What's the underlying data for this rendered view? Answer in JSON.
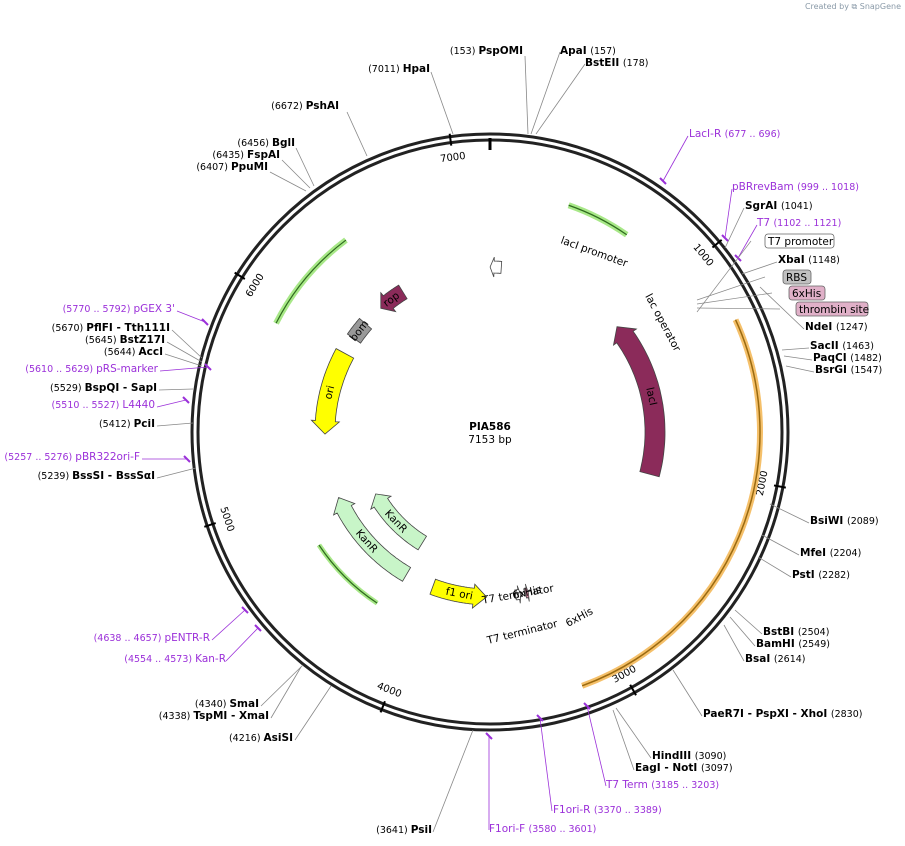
{
  "credit": "Created by ⧉ SnapGene",
  "plasmid": {
    "name": "PIA586",
    "size": "7153 bp",
    "length": 7153
  },
  "ticks": [
    "1000",
    "2000",
    "3000",
    "4000",
    "5000",
    "6000",
    "7000"
  ],
  "features": [
    {
      "name": "lacI",
      "label": "lacI",
      "color": "#8b2b5a",
      "start": 1000,
      "end": 2082,
      "dir": -1,
      "ring": 165,
      "width": 20
    },
    {
      "name": "lacI promoter",
      "label": "lacI promoter",
      "color": "#ffffff",
      "start": 1,
      "end": 78,
      "dir": -1,
      "ring": 165,
      "width": 12
    },
    {
      "name": "rop",
      "label": "rop",
      "color": "#8b2b5a",
      "start": 6330,
      "end": 6520,
      "dir": -1,
      "ring": 165,
      "width": 16
    },
    {
      "name": "bom",
      "label": "bom",
      "color": "#999999",
      "start": 6050,
      "end": 6180,
      "dir": 0,
      "ring": 165,
      "width": 16
    },
    {
      "name": "ori",
      "label": "ori",
      "color": "#ffff00",
      "start": 5350,
      "end": 5930,
      "dir": -1,
      "ring": 165,
      "width": 20
    },
    {
      "name": "KanR",
      "label": "KanR",
      "color": "#c8f5c8",
      "start": 4200,
      "end": 4800,
      "dir": 1,
      "ring": 130,
      "width": 16
    },
    {
      "name": "KanR",
      "label": "KanR",
      "color": "#c8f5c8",
      "start": 4180,
      "end": 4900,
      "dir": 1,
      "ring": 165,
      "width": 16
    },
    {
      "name": "f1 ori",
      "label": "f1 ori",
      "color": "#ffff00",
      "start": 3600,
      "end": 3980,
      "dir": -1,
      "ring": 165,
      "width": 16
    },
    {
      "name": "T7 terminator",
      "label": "T7 terminator",
      "color": "#ffffff",
      "start": 3365,
      "end": 3400,
      "dir": -1,
      "ring": 165,
      "width": 10
    },
    {
      "name": "6xHis",
      "label": "6xHis",
      "color": "#e08aa8",
      "start": 3310,
      "end": 3330,
      "dir": -1,
      "ring": 165,
      "width": 10
    }
  ],
  "siteLabels": [
    {
      "name": "PspOMI",
      "pos": "(153)",
      "side": "L"
    },
    {
      "name": "ApaI",
      "pos": "(157)",
      "side": "R"
    },
    {
      "name": "BstEII",
      "pos": "(178)",
      "side": "R"
    },
    {
      "name": "HpaI",
      "pos": "(7011)",
      "side": "L"
    },
    {
      "name": "PshAI",
      "pos": "(6672)",
      "side": "L"
    },
    {
      "name": "BglI",
      "pos": "(6456)",
      "side": "L"
    },
    {
      "name": "FspAI",
      "pos": "(6435)",
      "side": "L"
    },
    {
      "name": "PpuMI",
      "pos": "(6407)",
      "side": "L"
    },
    {
      "name": "SgrAI",
      "pos": "(1041)",
      "side": "R"
    },
    {
      "name": "XbaI",
      "pos": "(1148)",
      "side": "R"
    },
    {
      "name": "NdeI",
      "pos": "(1247)",
      "side": "R"
    },
    {
      "name": "SacII",
      "pos": "(1463)",
      "side": "R"
    },
    {
      "name": "PaqCI",
      "pos": "(1482)",
      "side": "R"
    },
    {
      "name": "BsrGI",
      "pos": "(1547)",
      "side": "R"
    },
    {
      "name": "BsiWI",
      "pos": "(2089)",
      "side": "R"
    },
    {
      "name": "MfeI",
      "pos": "(2204)",
      "side": "R"
    },
    {
      "name": "PstI",
      "pos": "(2282)",
      "side": "R"
    },
    {
      "name": "BstBI",
      "pos": "(2504)",
      "side": "R"
    },
    {
      "name": "BamHI",
      "pos": "(2549)",
      "side": "R"
    },
    {
      "name": "BsaI",
      "pos": "(2614)",
      "side": "R"
    },
    {
      "name": "PaeR7I - PspXI - XhoI",
      "pos": "(2830)",
      "side": "R"
    },
    {
      "name": "HindIII",
      "pos": "(3090)",
      "side": "R"
    },
    {
      "name": "EagI - NotI",
      "pos": "(3097)",
      "side": "R"
    },
    {
      "name": "PsiI",
      "pos": "(3641)",
      "side": "L"
    },
    {
      "name": "AsiSI",
      "pos": "(4216)",
      "side": "L"
    },
    {
      "name": "TspMI - XmaI",
      "pos": "(4338)",
      "side": "L"
    },
    {
      "name": "SmaI",
      "pos": "(4340)",
      "side": "L"
    },
    {
      "name": "BssSI - BssSαI",
      "pos": "(5239)",
      "side": "L"
    },
    {
      "name": "PciI",
      "pos": "(5412)",
      "side": "L"
    },
    {
      "name": "BspQI - SapI",
      "pos": "(5529)",
      "side": "L"
    },
    {
      "name": "AccI",
      "pos": "(5644)",
      "side": "L"
    },
    {
      "name": "BstZ17I",
      "pos": "(5645)",
      "side": "L"
    },
    {
      "name": "PflFI - Tth111I",
      "pos": "(5670)",
      "side": "L"
    }
  ],
  "primers": [
    {
      "name": "LacI-R",
      "range": "(677 .. 696)"
    },
    {
      "name": "pBRrevBam",
      "range": "(999 .. 1018)"
    },
    {
      "name": "T7",
      "range": "(1102 .. 1121)"
    },
    {
      "name": "T7 Term",
      "range": "(3185 .. 3203)"
    },
    {
      "name": "F1ori-R",
      "range": "(3370 .. 3389)"
    },
    {
      "name": "F1ori-F",
      "range": "(3580 .. 3601)"
    },
    {
      "name": "Kan-R",
      "range": "(4554 .. 4573)"
    },
    {
      "name": "pENTR-R",
      "range": "(4638 .. 4657)"
    },
    {
      "name": "pBR322ori-F",
      "range": "(5257 .. 5276)"
    },
    {
      "name": "L4440",
      "range": "(5510 .. 5527)"
    },
    {
      "name": "pRS-marker",
      "range": "(5610 .. 5629)"
    },
    {
      "name": "pGEX 3'",
      "range": "(5770 .. 5792)"
    }
  ],
  "boxedFeatures": [
    {
      "name": "T7 promoter",
      "color": "#ffffff"
    },
    {
      "name": "RBS",
      "color": "#c0c0c0"
    },
    {
      "name": "6xHis",
      "color": "#e0b0c8"
    },
    {
      "name": "thrombin site",
      "color": "#e0b0c8"
    }
  ],
  "innerLabels": {
    "lacOperator": "lac operator",
    "t7Terminator": "T7 terminator",
    "sixHis": "6xHis"
  }
}
